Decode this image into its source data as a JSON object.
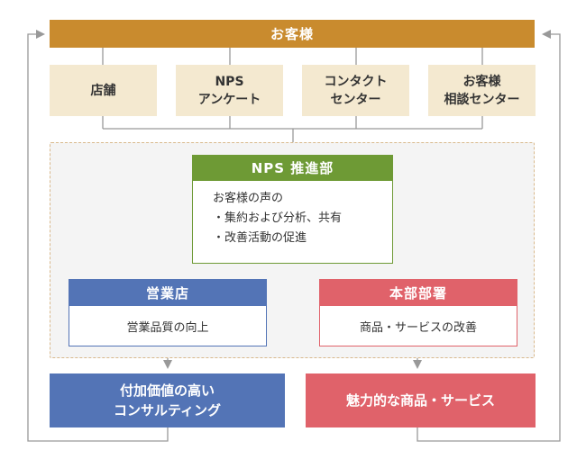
{
  "customer": {
    "title": "お客様"
  },
  "channels": [
    {
      "lines": [
        "店舗"
      ]
    },
    {
      "lines": [
        "NPS",
        "アンケート"
      ]
    },
    {
      "lines": [
        "コンタクト",
        "センター"
      ]
    },
    {
      "lines": [
        "お客様",
        "相談センター"
      ]
    }
  ],
  "nps": {
    "title": "NPS 推進部",
    "items": [
      "お客様の声の",
      "・集約および分析、共有",
      "・改善活動の促進"
    ]
  },
  "sales": {
    "title": "営業店",
    "body": "営業品質の向上"
  },
  "hq": {
    "title": "本部部署",
    "body": "商品・サービスの改善"
  },
  "outcomes": [
    {
      "lines": [
        "付加価値の高い",
        "コンサルティング"
      ]
    },
    {
      "lines": [
        "魅力的な商品・サービス"
      ]
    }
  ],
  "colors": {
    "customer_bar": "#c98b2e",
    "channel_fill": "#f4e9d0",
    "nps_green": "#6e9a35",
    "sales_blue": "#5374b6",
    "hq_red": "#e0626a",
    "connector": "#999999"
  }
}
